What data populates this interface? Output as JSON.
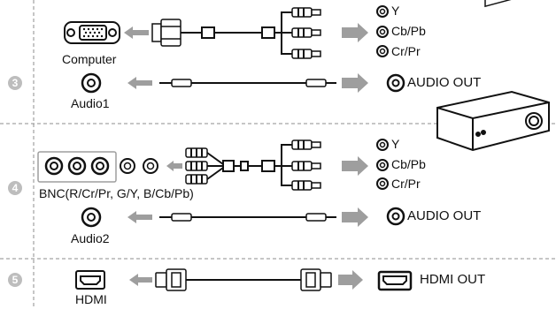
{
  "sections": [
    {
      "number": "3"
    },
    {
      "number": "4"
    },
    {
      "number": "5"
    }
  ],
  "labels": {
    "computer": "Computer",
    "audio1": "Audio1",
    "bnc": "BNC(R/Cr/Pr, G/Y, B/Cb/Pb)",
    "audio2": "Audio2",
    "hdmi": "HDMI",
    "y1": "Y",
    "cbpb1": "Cb/Pb",
    "crpr1": "Cr/Pr",
    "audio_out1": "AUDIO OUT",
    "y2": "Y",
    "cbpb2": "Cb/Pb",
    "crpr2": "Cr/Pr",
    "audio_out2": "AUDIO OUT",
    "hdmi_out": "HDMI OUT"
  },
  "colors": {
    "line": "#111111",
    "gray_arrow": "#9e9e9e",
    "dashed": "#8c8c8c",
    "number_badge": "#bdbdbd"
  }
}
